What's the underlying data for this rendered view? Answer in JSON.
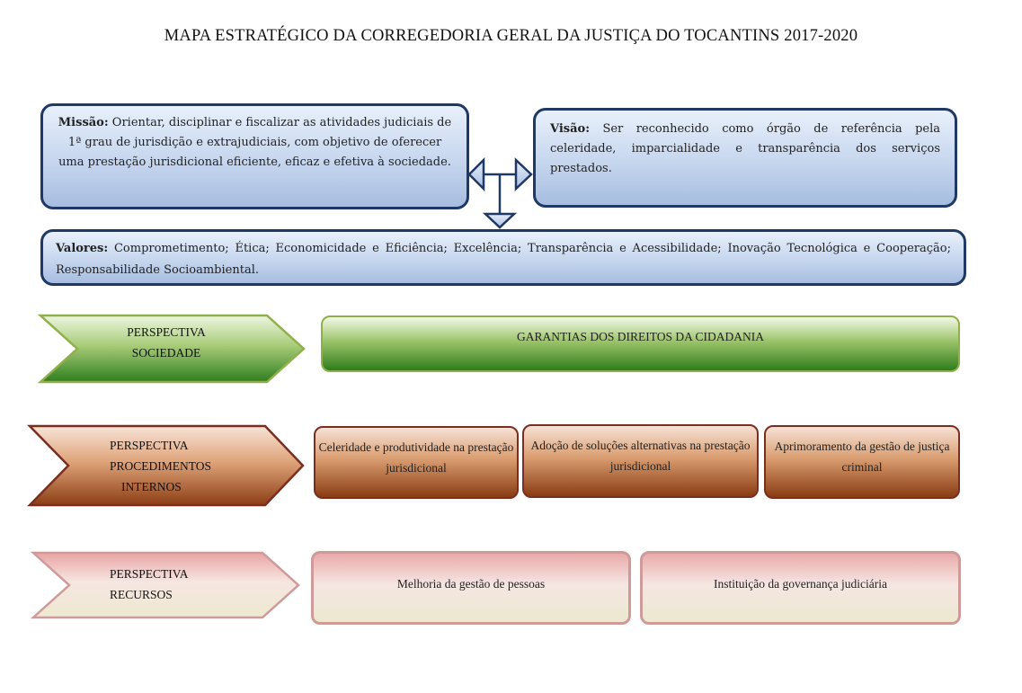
{
  "title": "MAPA ESTRATÉGICO DA CORREGEDORIA GERAL DA JUSTIÇA DO TOCANTINS 2017-2020",
  "mission": {
    "label": "Missão:",
    "text": " Orientar, disciplinar e fiscalizar as atividades judiciais de 1ª grau de jurisdição e extrajudiciais, com objetivo de oferecer uma prestação jurisdicional eficiente, eficaz e efetiva à sociedade."
  },
  "vision": {
    "label": "Visão:",
    "text": " Ser reconhecido como órgão de referência pela celeridade, imparcialidade e transparência dos serviços prestados."
  },
  "values": {
    "label": "Valores:",
    "text": " Comprometimento; Ética; Economicidade e Eficiência; Excelência; Transparência e Acessibilidade; Inovação Tecnológica e Cooperação; Responsabilidade Socioambiental."
  },
  "perspectives": {
    "sociedade": {
      "line1": "PERSPECTIVA",
      "line2": "SOCIEDADE",
      "items": [
        "GARANTIAS DOS DIREITOS DA CIDADANIA"
      ]
    },
    "procedimentos": {
      "line1": "PERSPECTIVA",
      "line2": "PROCEDIMENTOS",
      "line3": "INTERNOS",
      "items": [
        "Celeridade e produtividade na prestação jurisdicional",
        "Adoção de soluções alternativas na prestação jurisdicional",
        "Aprimoramento da gestão de justiça criminal"
      ]
    },
    "recursos": {
      "line1": "PERSPECTIVA",
      "line2": "RECURSOS",
      "items": [
        "Melhoria da gestão de pessoas",
        "Instituição da governança judiciária"
      ]
    }
  },
  "colors": {
    "blue_border": "#1f3864",
    "green": "#2e7d1c",
    "brown": "#8a3c14",
    "pink": "#cf9a9a"
  }
}
